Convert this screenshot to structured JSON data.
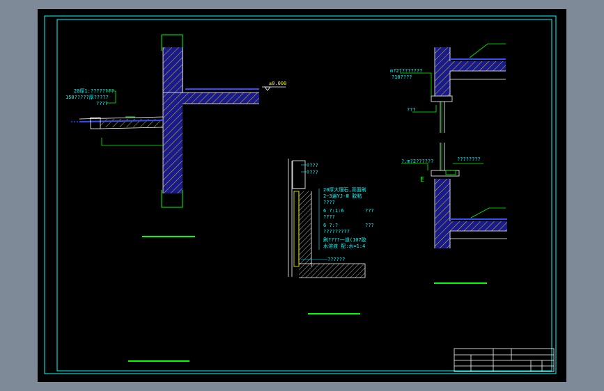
{
  "colors": {
    "background": "#000000",
    "frame": "#00ffff",
    "wall": "#1a1a8c",
    "hatch": "#ffff00",
    "green": "#00ff00",
    "white": "#ffffff",
    "blue": "#2f4fff"
  },
  "labels": {
    "elevation": "±0.000",
    "left_note_1": "20厚1:????????",
    "left_note_2": "150?????厚?????",
    "left_note_3": "????",
    "right_top_note_1": "m?2????????",
    "right_top_note_2": "?10????",
    "right_mid_note": "???",
    "right_bottom_note_1": "?.m?2??????",
    "right_bottom_note_2": "????????",
    "mid_note_1": "????",
    "mid_note_2": "????",
    "mid_note_3": "20厚大理石,背面刷",
    "mid_note_4": "2~3遍YJ-Ⅲ 胶粘",
    "mid_note_5": "????",
    "mid_note_6": "6   ?:1:6",
    "mid_note_7": "???",
    "mid_note_8": "????",
    "mid_note_9": "6  ?:?",
    "mid_note_10": "?????????",
    "mid_note_11": "???",
    "mid_note_12": "刷????一道(107胶",
    "mid_note_13": "水溶液 配:水=1:4",
    "mid_note_14": "??????"
  }
}
